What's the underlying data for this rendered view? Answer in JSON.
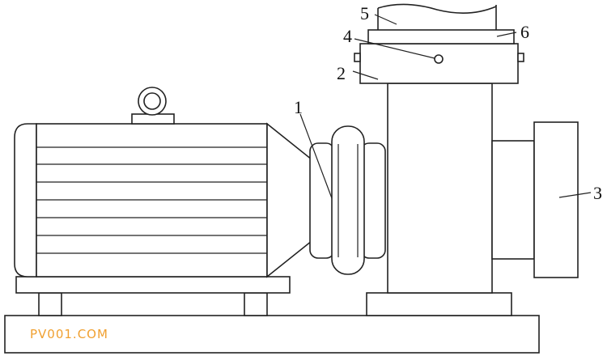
{
  "labels": {
    "l1": "1",
    "l2": "2",
    "l3": "3",
    "l4": "4",
    "l5": "5",
    "l6": "6"
  },
  "watermark": {
    "text": "PV001.COM",
    "color": "#f0a030"
  },
  "colors": {
    "stroke": "#222222",
    "background": "#ffffff"
  }
}
